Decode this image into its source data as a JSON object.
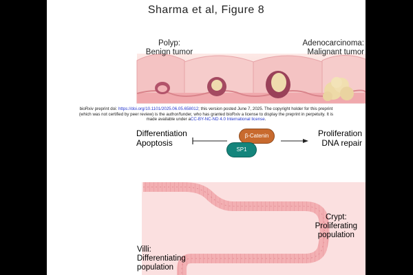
{
  "figure": {
    "title": "Sharma et al, Figure 8"
  },
  "top_panel": {
    "polyp_label": [
      "Polyp:",
      "Benign tumor"
    ],
    "adeno_label": [
      "Adenocarcinoma:",
      "Malignant tumor"
    ]
  },
  "preprint_notice": {
    "line1_prefix": "bioRxiv preprint doi: ",
    "doi_link": "https://doi.org/10.1101/2025.06.05.658012",
    "line1_suffix": "; this version posted June 7, 2025. The copyright holder for this preprint",
    "line2": "(which was not certified by peer review) is the author/funder, who has granted bioRxiv a license to display the preprint in perpetuity. It is",
    "line3_prefix": "made available under a",
    "license_link": "CC-BY-NC-ND 4.0 International license",
    "line3_suffix": "."
  },
  "middle_panel": {
    "left_label": [
      "Differentiation",
      "Apoptosis"
    ],
    "right_label": [
      "Proliferation",
      "DNA repair"
    ],
    "beta_catenin": "β-Catenin",
    "sp1": "SP1"
  },
  "bottom_panel": {
    "villi_label": [
      "Villi:",
      "Differentiating",
      "population"
    ],
    "crypt_label": [
      "Crypt:",
      "Proliferating",
      "population"
    ]
  },
  "colors": {
    "tissue_pink": "#f2b7b7",
    "tissue_dark": "#e08d93",
    "tumor_yellow": "#efdcae",
    "beta_catenin": "#c86a2e",
    "sp1": "#14857c"
  }
}
